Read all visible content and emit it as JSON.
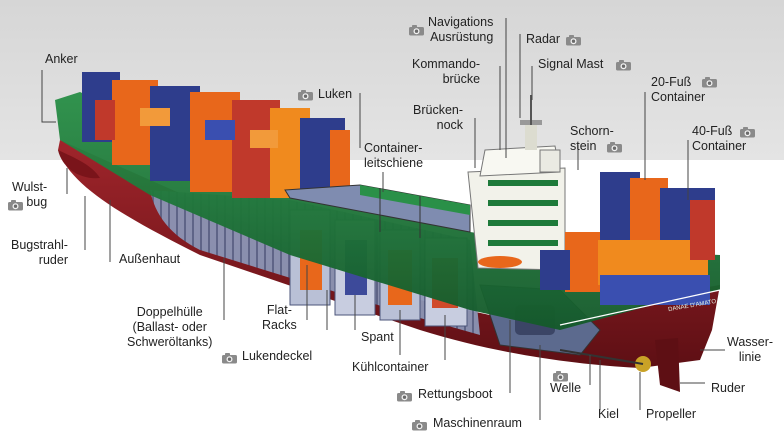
{
  "labels": {
    "anker": "Anker",
    "navigations_1": "Navigations",
    "navigations_2": "Ausrüstung",
    "radar": "Radar",
    "kommando_1": "Kommando-",
    "kommando_2": "brücke",
    "signal_mast": "Signal Mast",
    "fuss20_1": "20-Fuß",
    "fuss20_2": "Container",
    "luken": "Luken",
    "bruecken_1": "Brücken-",
    "bruecken_2": "nock",
    "schornstein_1": "Schorn-",
    "schornstein_2": "stein",
    "fuss40_1": "40-Fuß",
    "fuss40_2": "Container",
    "container_1": "Container-",
    "container_2": "leitschiene",
    "wulst_1": "Wulst-",
    "wulst_2": "bug",
    "bugstrahl_1": "Bugstrahl-",
    "bugstrahl_2": "ruder",
    "aussenhaut": "Außenhaut",
    "doppel_1": "Doppelhülle",
    "doppel_2": "(Ballast- oder",
    "doppel_3": "Schweröltanks)",
    "flat_1": "Flat-",
    "flat_2": "Racks",
    "spant": "Spant",
    "lukendeckel": "Lukendeckel",
    "kuehl": "Kühlcontainer",
    "wasser_1": "Wasser-",
    "wasser_2": "linie",
    "welle": "Welle",
    "ruder": "Ruder",
    "rettungsboot": "Rettungsboot",
    "kiel": "Kiel",
    "propeller": "Propeller",
    "maschinenraum": "Maschinenraum",
    "ship_name": "DANAE D'AMATO"
  },
  "icon_name": "camera-icon",
  "colors": {
    "sky": "#dcdcdc",
    "hull_green": "#1e7a3a",
    "hull_red": "#8e1b20",
    "orange": "#e8671b",
    "blue": "#2e3d8c",
    "lead_line": "#444444"
  }
}
